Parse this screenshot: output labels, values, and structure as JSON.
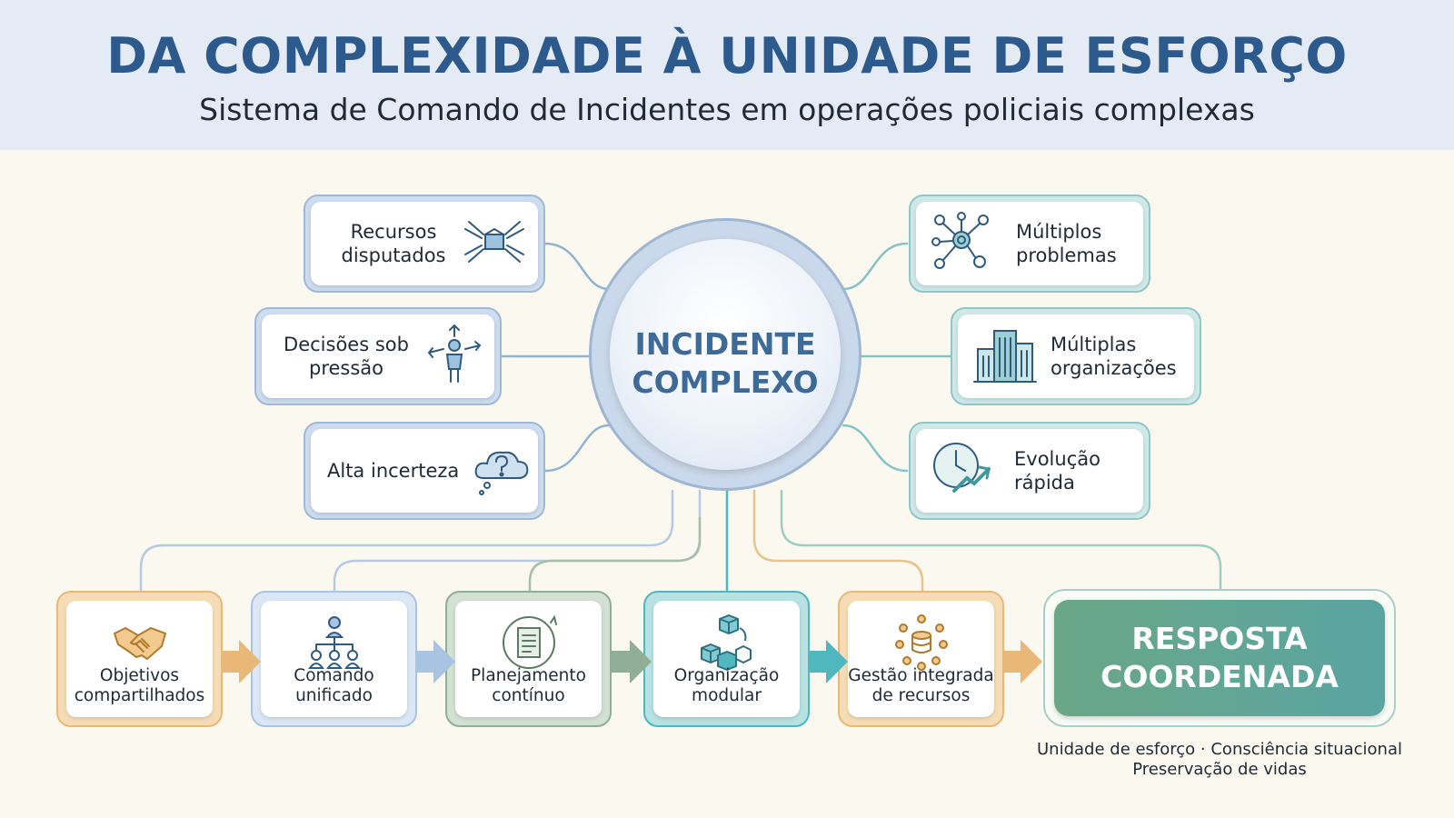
{
  "header": {
    "title": "DA COMPLEXIDADE À UNIDADE DE ESFORÇO",
    "subtitle": "Sistema de Comando de Incidentes em operações policiais complexas"
  },
  "center": {
    "line1": "INCIDENTE",
    "line2": "COMPLEXO"
  },
  "left_cards": [
    {
      "line1": "Recursos",
      "line2": "disputados",
      "icon": "hands-box-icon"
    },
    {
      "line1": "Decisões sob",
      "line2": "pressão",
      "icon": "person-crossroads-icon"
    },
    {
      "line1": "Alta incerteza",
      "icon": "question-cloud-icon"
    }
  ],
  "right_cards": [
    {
      "line1": "Múltiplos",
      "line2": "problemas",
      "icon": "network-gear-icon"
    },
    {
      "line1": "Múltiplas",
      "line2": "organizações",
      "icon": "buildings-icon"
    },
    {
      "line1": "Evolução",
      "line2": "rápida",
      "icon": "clock-trend-icon"
    }
  ],
  "steps": [
    {
      "line1": "Objetivos",
      "line2": "compartilhados",
      "icon": "handshake-icon",
      "color": "#e9b878"
    },
    {
      "line1": "Comando",
      "line2": "unificado",
      "icon": "org-chart-icon",
      "color": "#a9c3e2"
    },
    {
      "line1": "Planejamento",
      "line2": "contínuo",
      "icon": "document-cycle-icon",
      "color": "#8fae95"
    },
    {
      "line1": "Organização",
      "line2": "modular",
      "icon": "cubes-icon",
      "color": "#4fb7bd"
    },
    {
      "line1": "Gestão integrada",
      "line2": "de recursos",
      "icon": "resource-hub-icon",
      "color": "#e9b878"
    }
  ],
  "result": {
    "line1": "RESPOSTA",
    "line2": "COORDENADA"
  },
  "footer": {
    "line1": "Unidade de esforço · Consciência situacional",
    "line2": "Preservação de vidas"
  },
  "colors": {
    "title": "#2d5a8c",
    "header_bg": "#e4ebf5",
    "page_bg": "#fbf8ef",
    "result_start": "#6aa787",
    "result_end": "#5aa4a2"
  }
}
